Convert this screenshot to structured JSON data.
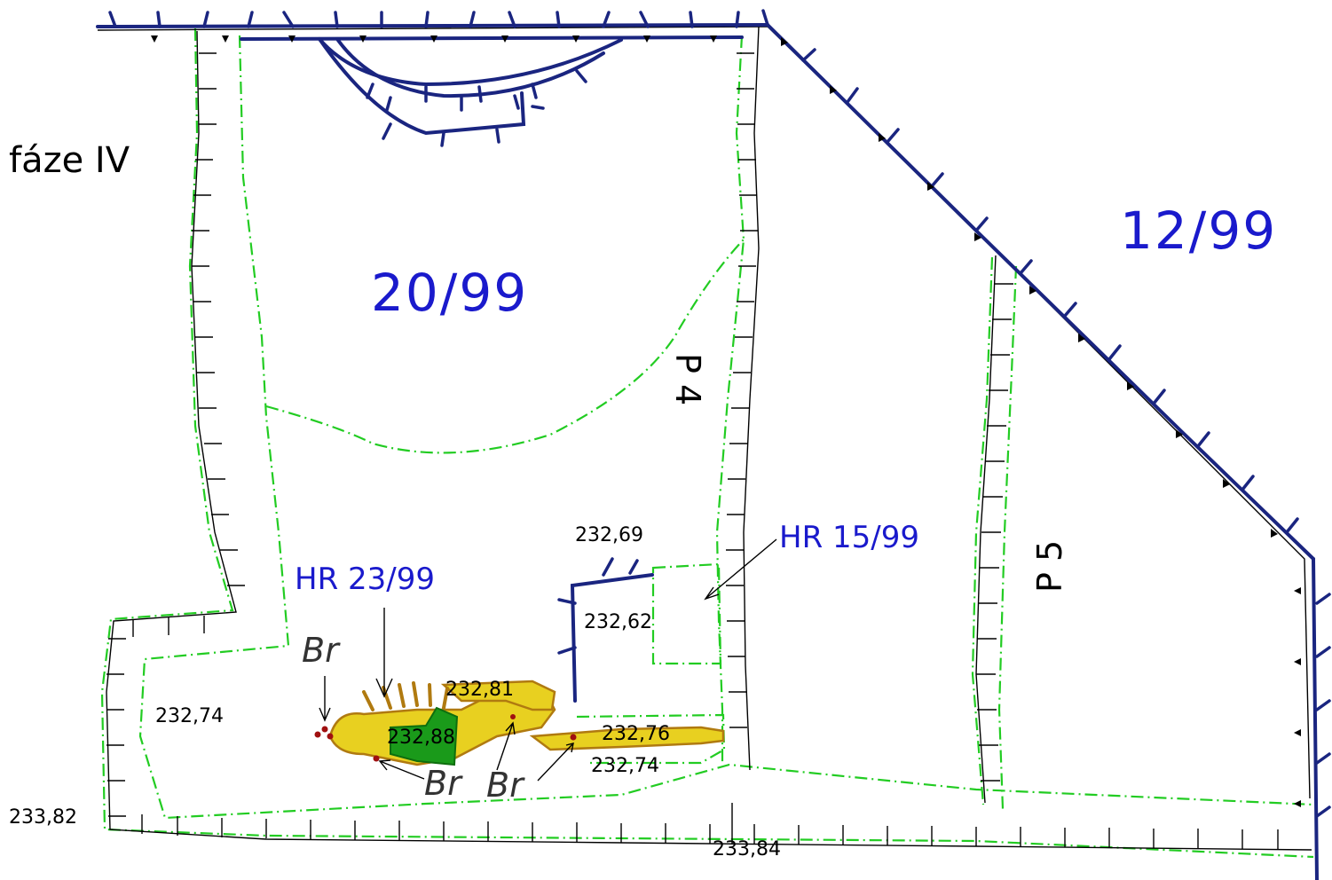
{
  "phase_label": "fáze IV",
  "trench_labels": {
    "t20": "20/99",
    "t12": "12/99"
  },
  "profile_labels": {
    "p4": "P 4",
    "p5": "P 5"
  },
  "grave_labels": {
    "hr23": "HR 23/99",
    "hr15": "HR 15/99"
  },
  "finds_label": "Br",
  "elevations": {
    "e23269": "232,69",
    "e23262": "232,62",
    "e23274_left": "232,74",
    "e23281": "232,81",
    "e23288": "232,88",
    "e23276": "232,76",
    "e23274_bottom": "232,74",
    "e23382": "233,82",
    "e23384": "233,84"
  },
  "colors": {
    "cut_line": "#1a2580",
    "excavation_boundary": "#22cc22",
    "section_line": "#000000",
    "label_blue": "#1a1acc",
    "skeleton": "#e8d020",
    "skeleton_outline": "#b07a10",
    "grave_goods": "#1a9a1a",
    "bronze_finds": "#a01010"
  }
}
